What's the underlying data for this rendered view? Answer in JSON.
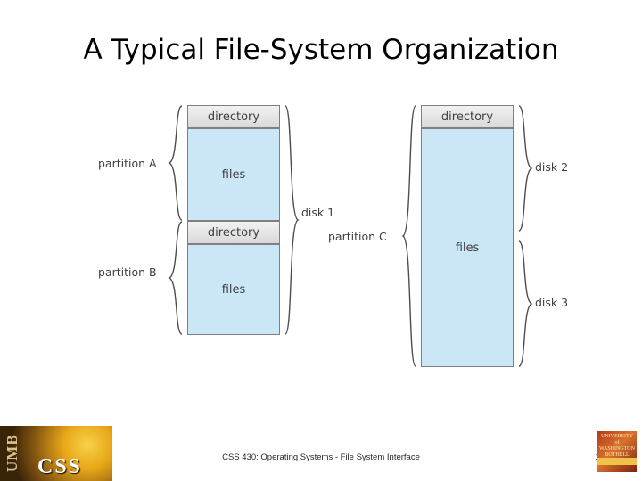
{
  "slide": {
    "title": "A Typical File-System Organization",
    "footer": "CSS 430: Operating Systems - File System Interface",
    "page_number": "19"
  },
  "logos": {
    "left": {
      "vertical_text": "UMB",
      "main_text": "CSS"
    },
    "right": {
      "text": "UNIVERSITY of WASHINGTON BOTHELL"
    }
  },
  "diagram": {
    "type": "file-system-organization",
    "boxes": [
      {
        "id": "dir-a",
        "label": "directory",
        "kind": "directory"
      },
      {
        "id": "files-a",
        "label": "files",
        "kind": "files"
      },
      {
        "id": "dir-b",
        "label": "directory",
        "kind": "directory"
      },
      {
        "id": "files-b",
        "label": "files",
        "kind": "files"
      },
      {
        "id": "dir-c",
        "label": "directory",
        "kind": "directory"
      },
      {
        "id": "files-c",
        "label": "files",
        "kind": "files"
      }
    ],
    "labels": {
      "partition_a": "partition A",
      "partition_b": "partition B",
      "partition_c": "partition C",
      "disk1": "disk 1",
      "disk2": "disk 2",
      "disk3": "disk 3"
    },
    "colors": {
      "files_fill": "#cbe7f7",
      "directory_fill": "#e4e4e4",
      "stroke": "#7f7f7f",
      "text": "#3f3f3f"
    }
  }
}
